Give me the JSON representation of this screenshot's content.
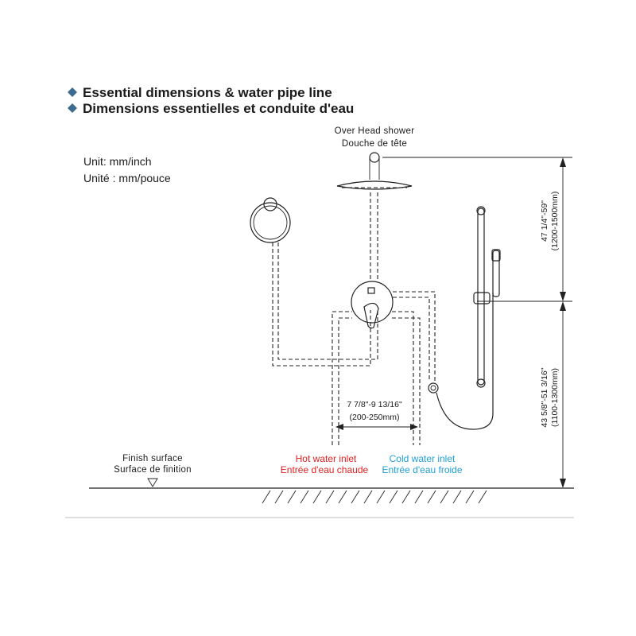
{
  "header": {
    "title_en": "Essential dimensions & water pipe line",
    "title_fr": "Dimensions essentielles et conduite d'eau"
  },
  "units": {
    "en": "Unit: mm/inch",
    "fr": "Unité : mm/pouce"
  },
  "labels": {
    "overhead_en": "Over Head shower",
    "overhead_fr": "Douche de tête",
    "finish_en": "Finish surface",
    "finish_fr": "Surface de finition",
    "hot_en": "Hot water inlet",
    "hot_fr": "Entrée d'eau chaude",
    "cold_en": "Cold water inlet",
    "cold_fr": "Entrée d'eau froide"
  },
  "dimensions": {
    "upper_in": "47 1/4\"-59\"",
    "upper_mm": "(1200-1500mm)",
    "lower_in": "43 5/8\"-51  3/16\"",
    "lower_mm": "(1100-1300mm)",
    "inlet_in": "7 7/8\"-9  13/16\"",
    "inlet_mm": "(200-250mm)"
  },
  "colors": {
    "hot": "#e02020",
    "cold": "#1f9fd6",
    "bullet": "#3d6b8f"
  }
}
